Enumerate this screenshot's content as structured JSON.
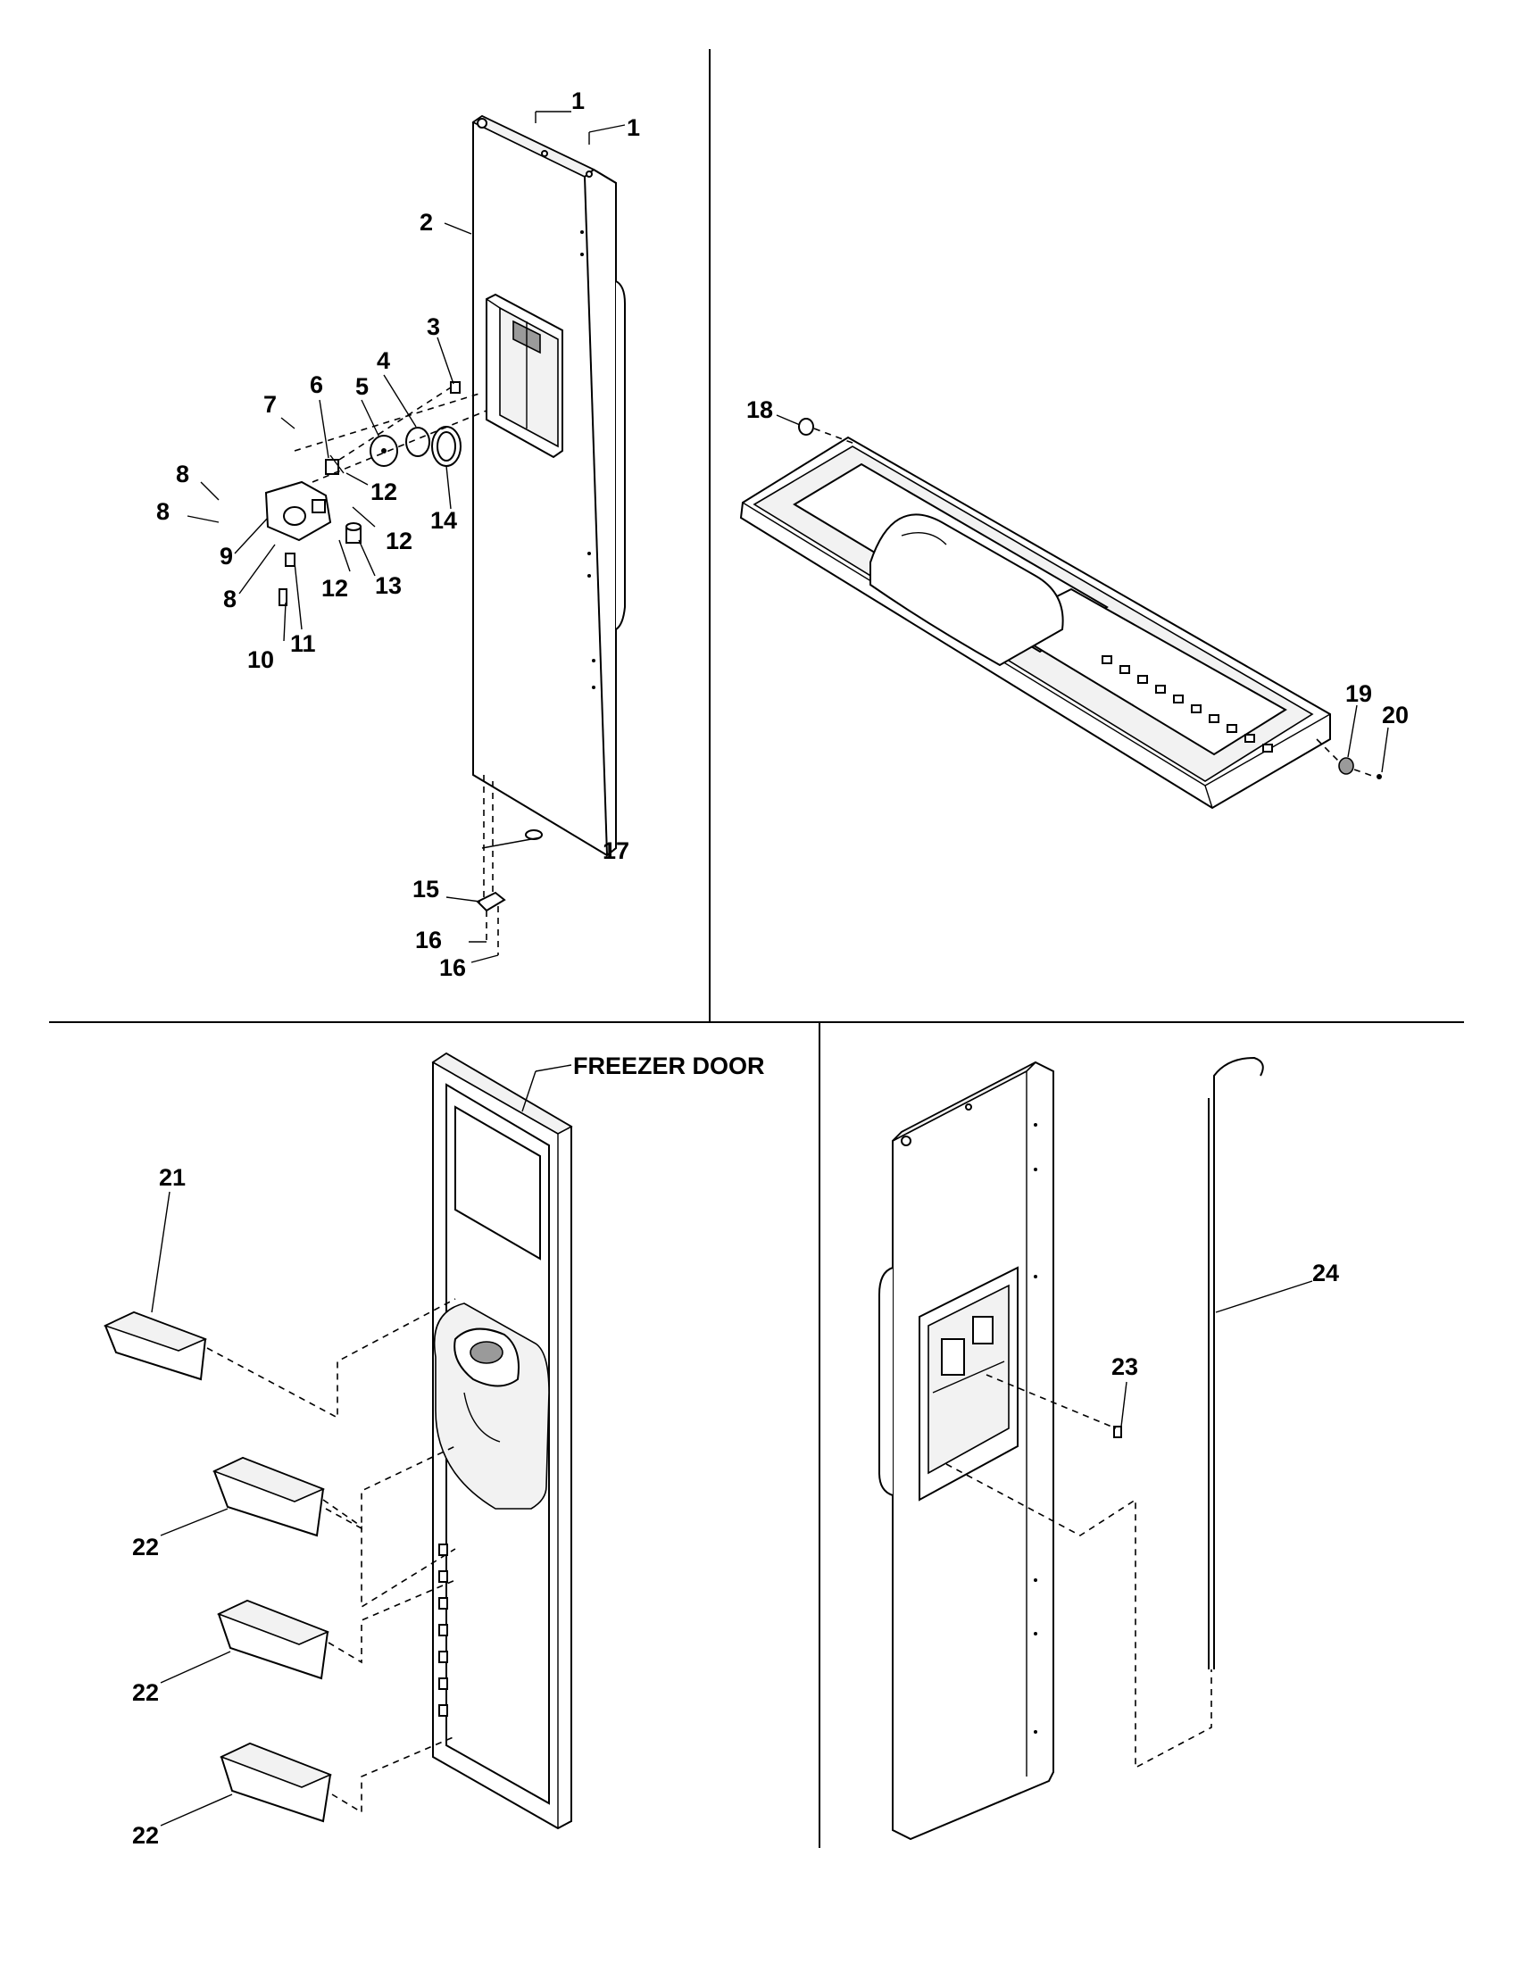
{
  "labels": {
    "p1a": "1",
    "p1b": "1",
    "p2": "2",
    "p3": "3",
    "p4": "4",
    "p5": "5",
    "p6": "6",
    "p7": "7",
    "p8a": "8",
    "p8b": "8",
    "p8c": "8",
    "p9": "9",
    "p10": "10",
    "p11": "11",
    "p12a": "12",
    "p12b": "12",
    "p12c": "12",
    "p13": "13",
    "p14": "14",
    "p15": "15",
    "p16a": "16",
    "p16b": "16",
    "p17": "17",
    "p18": "18",
    "p19": "19",
    "p20": "20",
    "p21": "21",
    "p22a": "22",
    "p22b": "22",
    "p22c": "22",
    "p23": "23",
    "p24": "24"
  },
  "captions": {
    "freezer_door": "FREEZER DOOR"
  }
}
